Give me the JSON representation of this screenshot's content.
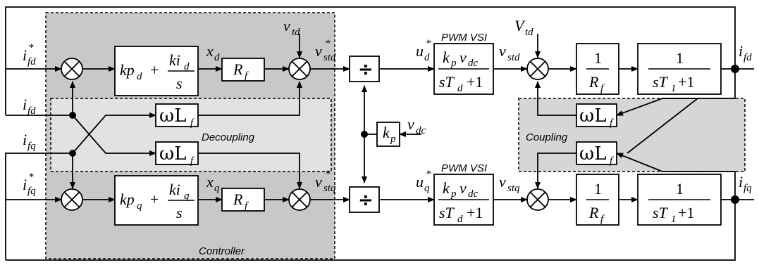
{
  "regions": {
    "controller": "Controller",
    "decoupling": "Decoupling",
    "coupling": "Coupling"
  },
  "labels": {
    "pwm_top": "PWM VSI",
    "pwm_bottom": "PWM VSI"
  },
  "signals": {
    "i_fd_ref": {
      "main": "i",
      "sub": "fd",
      "sup": "*"
    },
    "i_fq_ref": {
      "main": "i",
      "sub": "fq",
      "sup": "*"
    },
    "i_fd": {
      "main": "i",
      "sub": "fd"
    },
    "i_fq": {
      "main": "i",
      "sub": "fq"
    },
    "v_td": {
      "main": "v",
      "sub": "td"
    },
    "V_td": {
      "main": "V",
      "sub": "td"
    },
    "v_dc": {
      "main": "v",
      "sub": "dc"
    },
    "x_d": {
      "main": "x",
      "sub": "d"
    },
    "x_q": {
      "main": "x",
      "sub": "q"
    },
    "v_std_ref": {
      "main": "v",
      "sub": "std",
      "sup": "*"
    },
    "v_stq_ref": {
      "main": "v",
      "sub": "stq",
      "sup": "*"
    },
    "u_d_ref": {
      "main": "u",
      "sub": "d",
      "sup": "*"
    },
    "u_q_ref": {
      "main": "u",
      "sub": "q",
      "sup": "*"
    },
    "v_std": {
      "main": "v",
      "sub": "std"
    },
    "v_stq": {
      "main": "v",
      "sub": "stq"
    },
    "i_fd_out": {
      "main": "i",
      "sub": "fd"
    },
    "i_fq_out": {
      "main": "i",
      "sub": "fq"
    }
  },
  "blocks": {
    "pi_d": {
      "kp": "kp",
      "kp_sub": "d",
      "plus": "+",
      "ki": "ki",
      "ki_sub": "d",
      "s": "s"
    },
    "pi_q": {
      "kp": "kp",
      "kp_sub": "q",
      "plus": "+",
      "ki": "ki",
      "ki_sub": "q",
      "s": "s"
    },
    "rf": {
      "main": "R",
      "sub": "f"
    },
    "omega_lf": {
      "main": "ωL",
      "sub": "f"
    },
    "divide": "÷",
    "kp": {
      "main": "k",
      "sub": "p"
    },
    "pwm_tf": {
      "num_k": "k",
      "num_k_sub": "p",
      "num_v": "v",
      "num_v_sub": "dc",
      "den": "sT",
      "den_sub": "d",
      "den_plus": "+1"
    },
    "inv_rf": {
      "one": "1",
      "main": "R",
      "sub": "f"
    },
    "plant": {
      "one": "1",
      "den": "sT",
      "den_sub": "1",
      "den_plus": "+1"
    }
  }
}
